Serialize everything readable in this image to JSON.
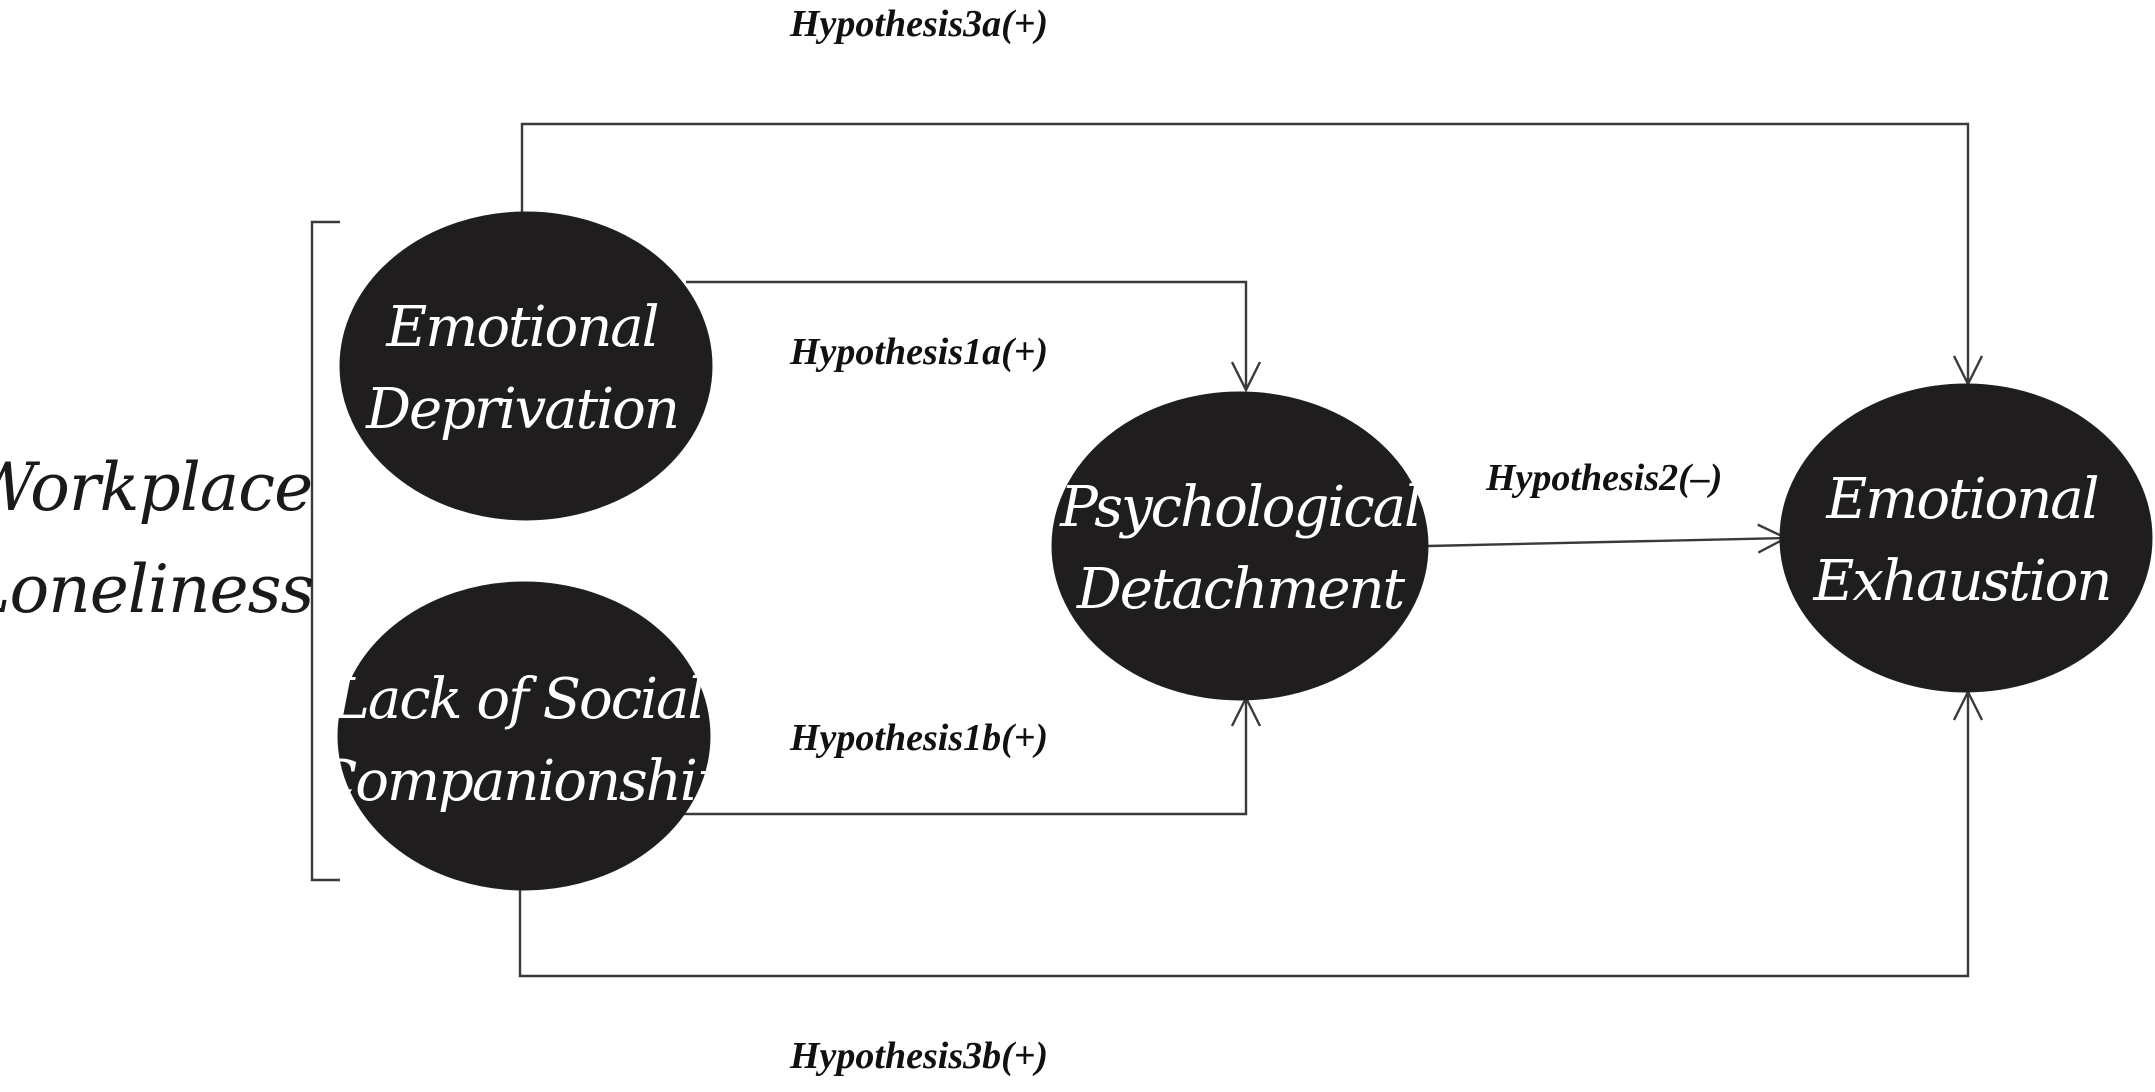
{
  "group": {
    "line1": "Workplace",
    "line2": "Loneliness"
  },
  "nodes": {
    "emotional_deprivation": {
      "line1": "Emotional",
      "line2": "Deprivation"
    },
    "lack_social_companionship": {
      "line1": "Lack of Social",
      "line2": "Companionship"
    },
    "psychological_detachment": {
      "line1": "Psychological",
      "line2": "Detachment"
    },
    "emotional_exhaustion": {
      "line1": "Emotional",
      "line2": "Exhaustion"
    }
  },
  "hypotheses": {
    "h1a": "Hypothesis1a(+)",
    "h1b": "Hypothesis1b(+)",
    "h2": "Hypothesis2(–)",
    "h3a": "Hypothesis3a(+)",
    "h3b": "Hypothesis3b(+)"
  }
}
